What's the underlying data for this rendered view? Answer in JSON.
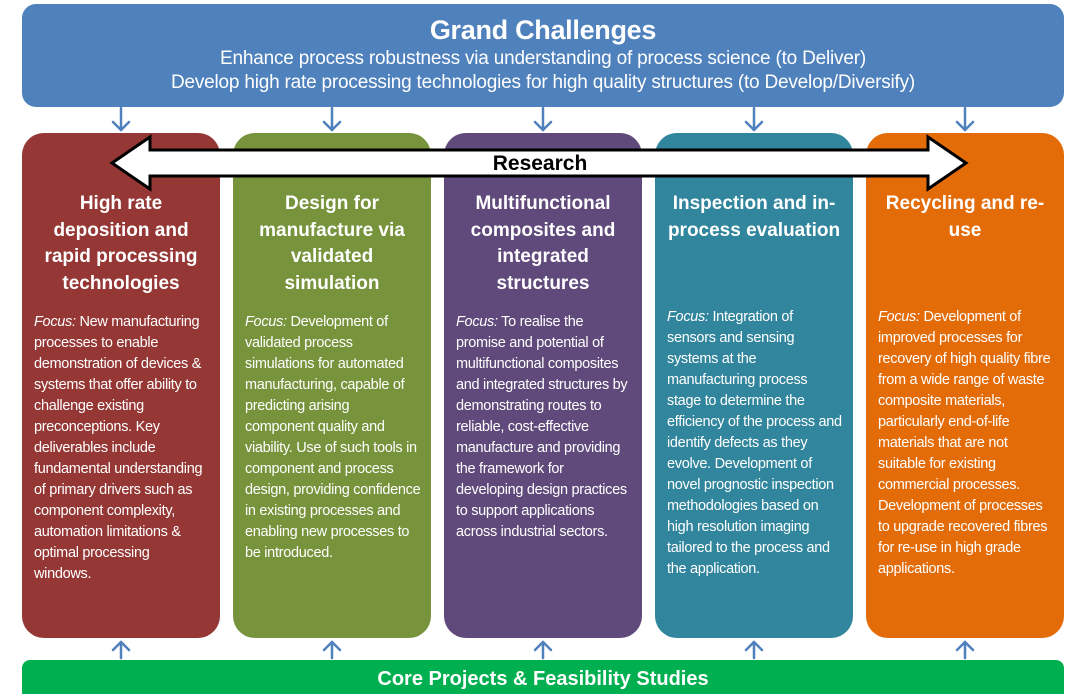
{
  "header": {
    "title": "Grand Challenges",
    "line1": "Enhance process robustness via understanding of process science (to Deliver)",
    "line2": "Develop high rate processing technologies for high quality structures (to Develop/Diversify)",
    "color": "#4f81bd"
  },
  "research": {
    "label": "Research"
  },
  "columns": [
    {
      "title": "High rate deposition and rapid processing technologies",
      "focus_label": "Focus:",
      "focus_text": " New manufacturing processes to enable demonstration of devices & systems that offer ability to challenge existing preconceptions. Key deliverables include fundamental understanding of primary drivers such as component complexity, automation limitations & optimal processing windows.",
      "color": "#953735"
    },
    {
      "title": "Design for manufacture via validated simulation",
      "focus_label": "Focus:",
      "focus_text": " Development of validated process simulations for automated manufacturing, capable of predicting arising component quality and viability. Use of such tools in component and process design, providing confidence in existing processes and enabling new processes to be introduced.",
      "color": "#77933c"
    },
    {
      "title": "Multifunctional composites and integrated structures",
      "focus_label": "Focus:",
      "focus_text": " To realise the promise and potential of multifunctional composites and integrated structures by demonstrating routes to reliable, cost-effective manufacture and providing the framework for developing design practices to support applications across industrial sectors.",
      "color": "#604a7b"
    },
    {
      "title": "Inspection and in-process evaluation",
      "focus_label": "Focus:",
      "focus_text": " Integration of sensors and sensing systems at the manufacturing process stage to determine the efficiency of the process and identify defects as they evolve. Development of novel prognostic inspection methodologies based on high resolution imaging tailored to the process and the application.",
      "color": "#31859c"
    },
    {
      "title": "Recycling and re-use",
      "focus_label": "Focus:",
      "focus_text": " Development of improved processes for recovery of high quality fibre from a wide range of waste composite materials, particularly end-of-life materials that are not suitable for existing commercial processes.  Development of processes to upgrade recovered fibres for re-use in high grade applications.",
      "color": "#e36c09"
    }
  ],
  "footer": {
    "label": "Core Projects & Feasibility Studies",
    "color": "#00b050"
  },
  "arrow_color": "#4f81bd"
}
